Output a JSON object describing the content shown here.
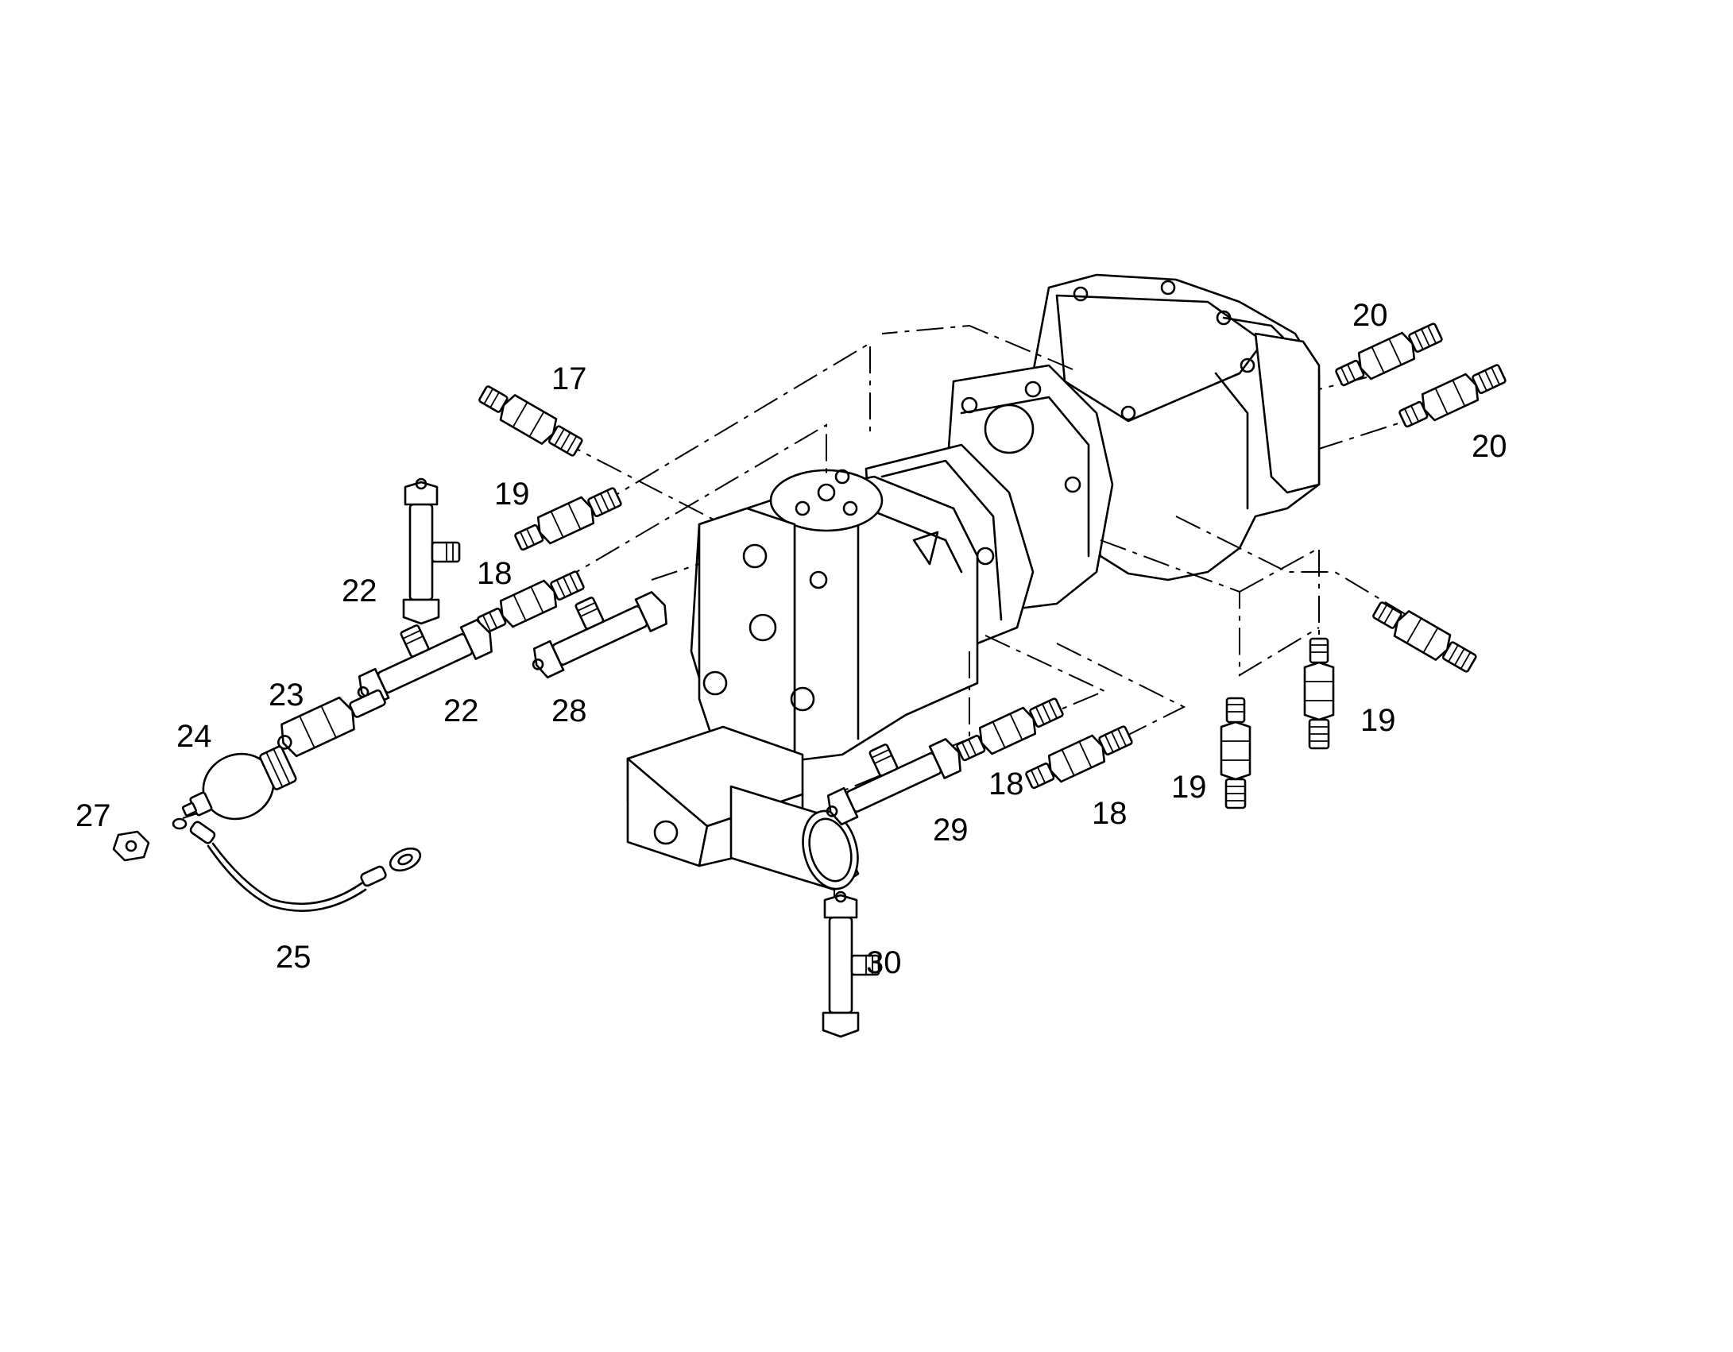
{
  "diagram": {
    "colors": {
      "ink": "#000000",
      "background": "#ffffff"
    },
    "callouts": [
      {
        "id": "c17",
        "label": "17"
      },
      {
        "id": "c19a",
        "label": "19"
      },
      {
        "id": "c18a",
        "label": "18"
      },
      {
        "id": "c22a",
        "label": "22"
      },
      {
        "id": "c22b",
        "label": "22"
      },
      {
        "id": "c23",
        "label": "23"
      },
      {
        "id": "c24",
        "label": "24"
      },
      {
        "id": "c27",
        "label": "27"
      },
      {
        "id": "c25",
        "label": "25"
      },
      {
        "id": "c28",
        "label": "28"
      },
      {
        "id": "c20a",
        "label": "20"
      },
      {
        "id": "c20b",
        "label": "20"
      },
      {
        "id": "c19b",
        "label": "19"
      },
      {
        "id": "c19c",
        "label": "19"
      },
      {
        "id": "c18b",
        "label": "18"
      },
      {
        "id": "c18c",
        "label": "18"
      },
      {
        "id": "c29",
        "label": "29"
      },
      {
        "id": "c30",
        "label": "30"
      }
    ]
  }
}
